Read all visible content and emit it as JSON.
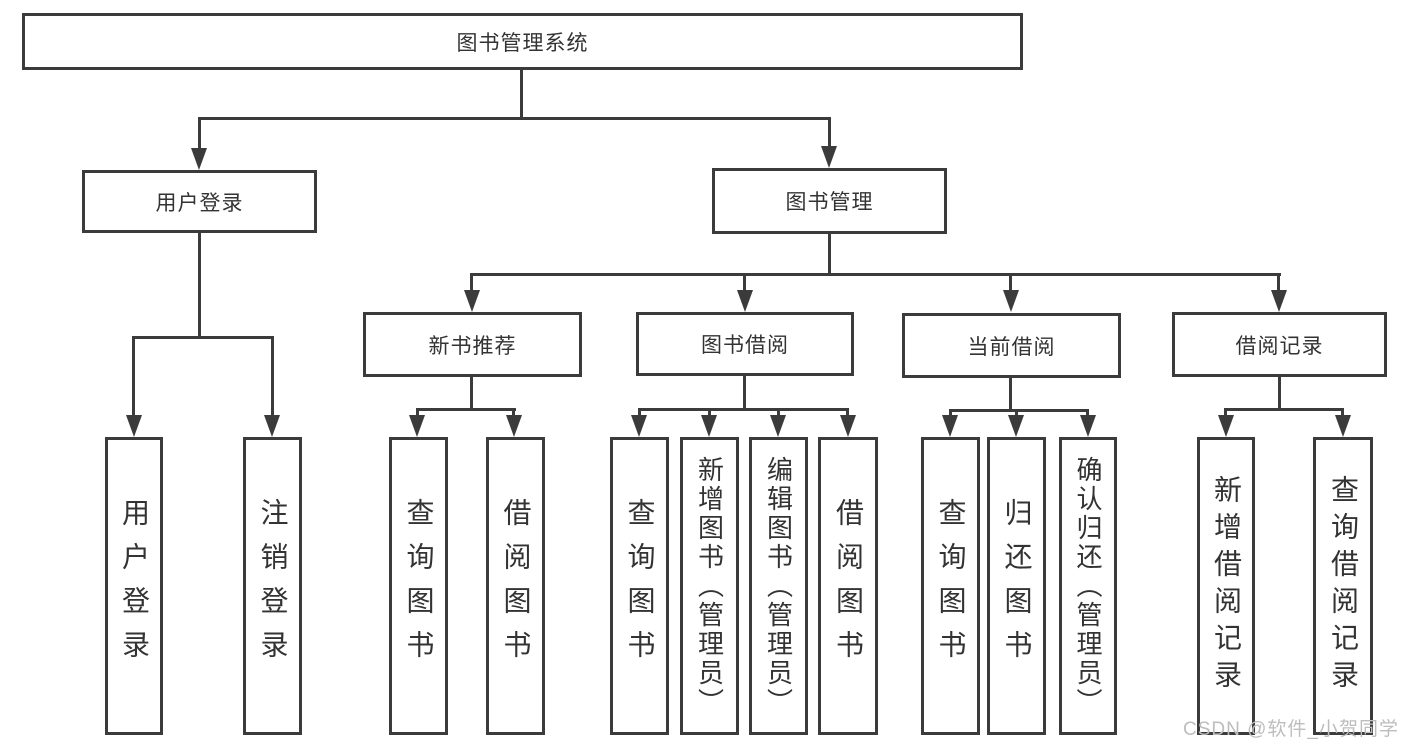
{
  "diagram": {
    "root": "图书管理系统",
    "level2": [
      "用户登录",
      "图书管理"
    ],
    "level3": [
      "新书推荐",
      "图书借阅",
      "当前借阅",
      "借阅记录"
    ],
    "leaves": {
      "user_login": [
        "用户登录",
        "注销登录"
      ],
      "new_books": [
        "查询图书",
        "借阅图书"
      ],
      "book_borrow": [
        "查询图书",
        "新增图书（管理员）",
        "编辑图书（管理员）",
        "借阅图书"
      ],
      "current_borrow": [
        "查询图书",
        "归还图书",
        "确认归还（管理员）"
      ],
      "borrow_records": [
        "新增借阅记录",
        "查询借阅记录"
      ]
    }
  },
  "watermark": {
    "text": "CSDN @软件_小贺同学"
  },
  "colors": {
    "line": "#3b3b3b",
    "text": "#333333",
    "watermark": "#bdbdbd",
    "background": "#ffffff"
  }
}
